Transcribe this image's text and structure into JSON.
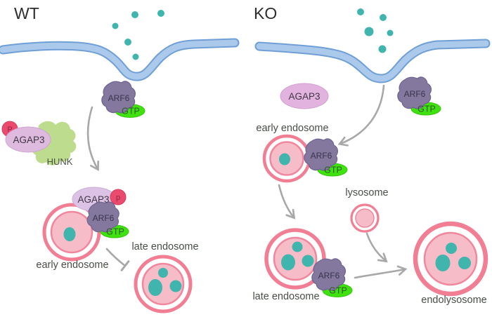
{
  "figure": {
    "wt": {
      "title": "WT",
      "membrane_complex": {
        "arf6": "ARF6",
        "gtp": "GTP"
      },
      "kinase_complex": {
        "phospho": "P",
        "agap3": "AGAP3",
        "hunk": "HUNK"
      },
      "endosome_complex": {
        "agap3": "AGAP3",
        "phospho": "p",
        "arf6": "ARF6",
        "gtp": "GTP"
      },
      "labels": {
        "early_endosome": "early endosome",
        "late_endosome": "late endosome"
      }
    },
    "ko": {
      "title": "KO",
      "agap3": "AGAP3",
      "membrane_complex": {
        "arf6": "ARF6",
        "gtp": "GTP"
      },
      "early_complex": {
        "arf6": "ARF6",
        "gtp": "GTP"
      },
      "late_complex": {
        "arf6": "ARF6",
        "gtp": "GTP"
      },
      "labels": {
        "early_endosome": "early endosome",
        "lysosome": "lysosome",
        "late_endosome": "late endosome",
        "endolysosome": "endolysosome"
      }
    },
    "colors": {
      "membrane_fill": "#abc9ea",
      "membrane_edge": "#6f9fd6",
      "cargo_teal": "#3fb5ad",
      "arf6_purple": "#84789f",
      "gtp_green": "#3fe20f",
      "agap3_pink": "#debade",
      "phospho_red": "#ea4a6e",
      "hunk_green": "#bedc8d",
      "vesicle_ring_pink": "#f27e94",
      "vesicle_fill_pink": "#f6bcc8",
      "arrow_gray": "#a8a8a8",
      "label_dark": "#474f47"
    }
  }
}
